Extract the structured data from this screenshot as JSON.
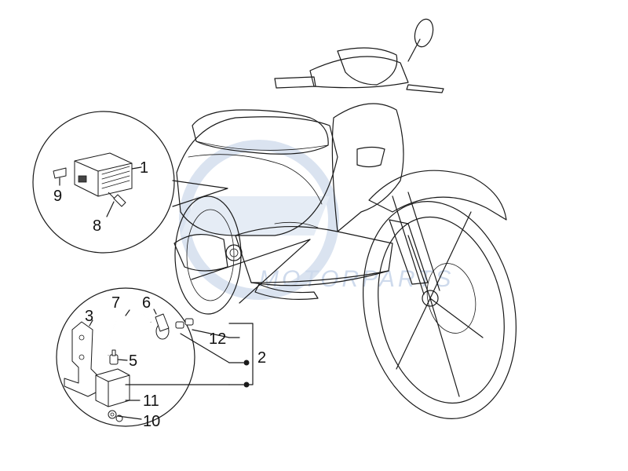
{
  "callouts": [
    {
      "id": "1",
      "text": "1"
    },
    {
      "id": "2",
      "text": "2"
    },
    {
      "id": "3",
      "text": "3"
    },
    {
      "id": "5",
      "text": "5"
    },
    {
      "id": "6",
      "text": "6"
    },
    {
      "id": "7",
      "text": "7"
    },
    {
      "id": "8",
      "text": "8"
    },
    {
      "id": "9",
      "text": "9"
    },
    {
      "id": "10",
      "text": "10"
    },
    {
      "id": "11",
      "text": "11"
    },
    {
      "id": "12",
      "text": "12"
    }
  ],
  "watermark": {
    "text": "MOTORPARTS",
    "color": "#c9d6ea"
  },
  "colors": {
    "ink": "#1a1a1a",
    "background": "#ffffff"
  }
}
